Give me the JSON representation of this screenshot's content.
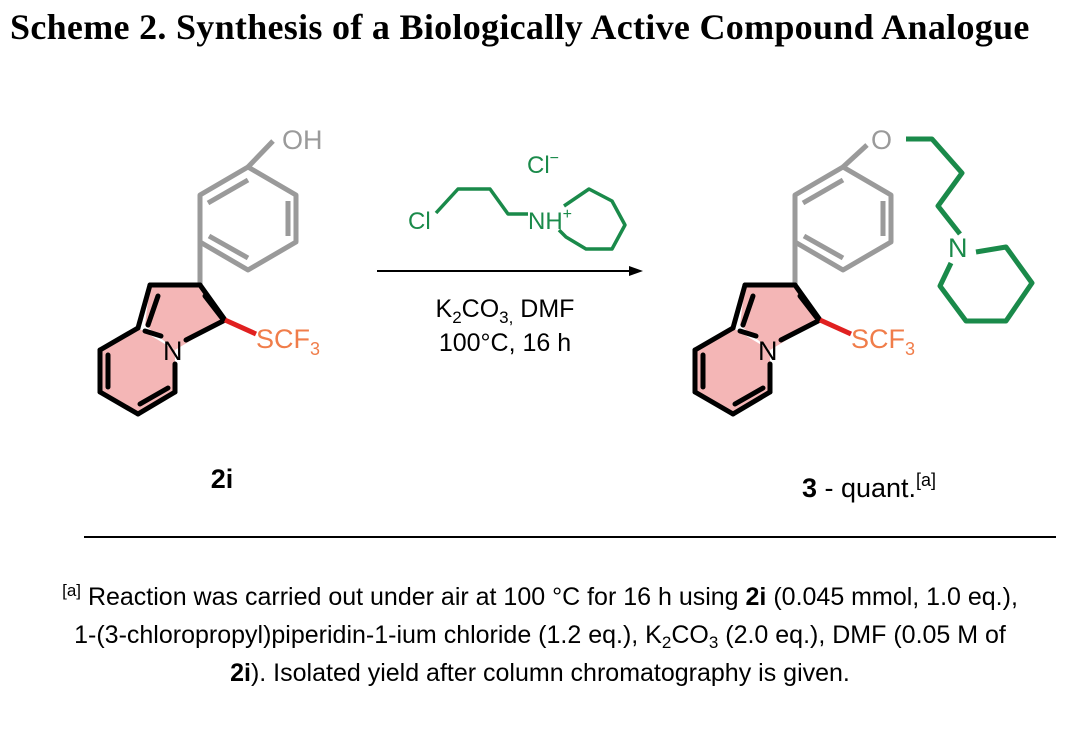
{
  "title": "Scheme 2. Synthesis of a Biologically Active Compound Analogue",
  "reactant": {
    "label": "2i",
    "oh": "OH",
    "n": "N",
    "scf3_main": "SCF",
    "scf3_sub": "3"
  },
  "reagent": {
    "cl_anion": "Cl",
    "cl_anion_sup": "−",
    "cl_chain": "Cl",
    "nh": "NH",
    "nh_sup": "+"
  },
  "conditions": {
    "line1_k": "K",
    "line1_k_sub": "2",
    "line1_co": "CO",
    "line1_co_sub": "3,",
    "line1_rest": " DMF",
    "line2": "100°C, 16 h"
  },
  "product": {
    "label": "3",
    "yield_text": " - quant.",
    "yield_sup": "[a]",
    "o": "O",
    "n_pip": "N",
    "n": "N",
    "scf3_main": "SCF",
    "scf3_sub": "3"
  },
  "footnote": {
    "marker": "[a]",
    "t1": " Reaction was carried out under air at 100 °C for 16 h using ",
    "b1": "2i",
    "t2": " (0.045 mmol, 1.0 eq.), 1-(3-chloropropyl)piperidin-1-ium chloride (1.2 eq.), K",
    "sub1": "2",
    "t3": "CO",
    "sub2": "3",
    "t4": " (2.0 eq.), DMF (0.05 M of ",
    "b2": "2i",
    "t5": "). Isolated yield after column chromatography is given."
  },
  "colors": {
    "gray": "#9a9a9a",
    "green": "#1a8a4a",
    "orange": "#f07d4a",
    "red": "#e02020",
    "pink_fill": "#f4b6b6"
  }
}
